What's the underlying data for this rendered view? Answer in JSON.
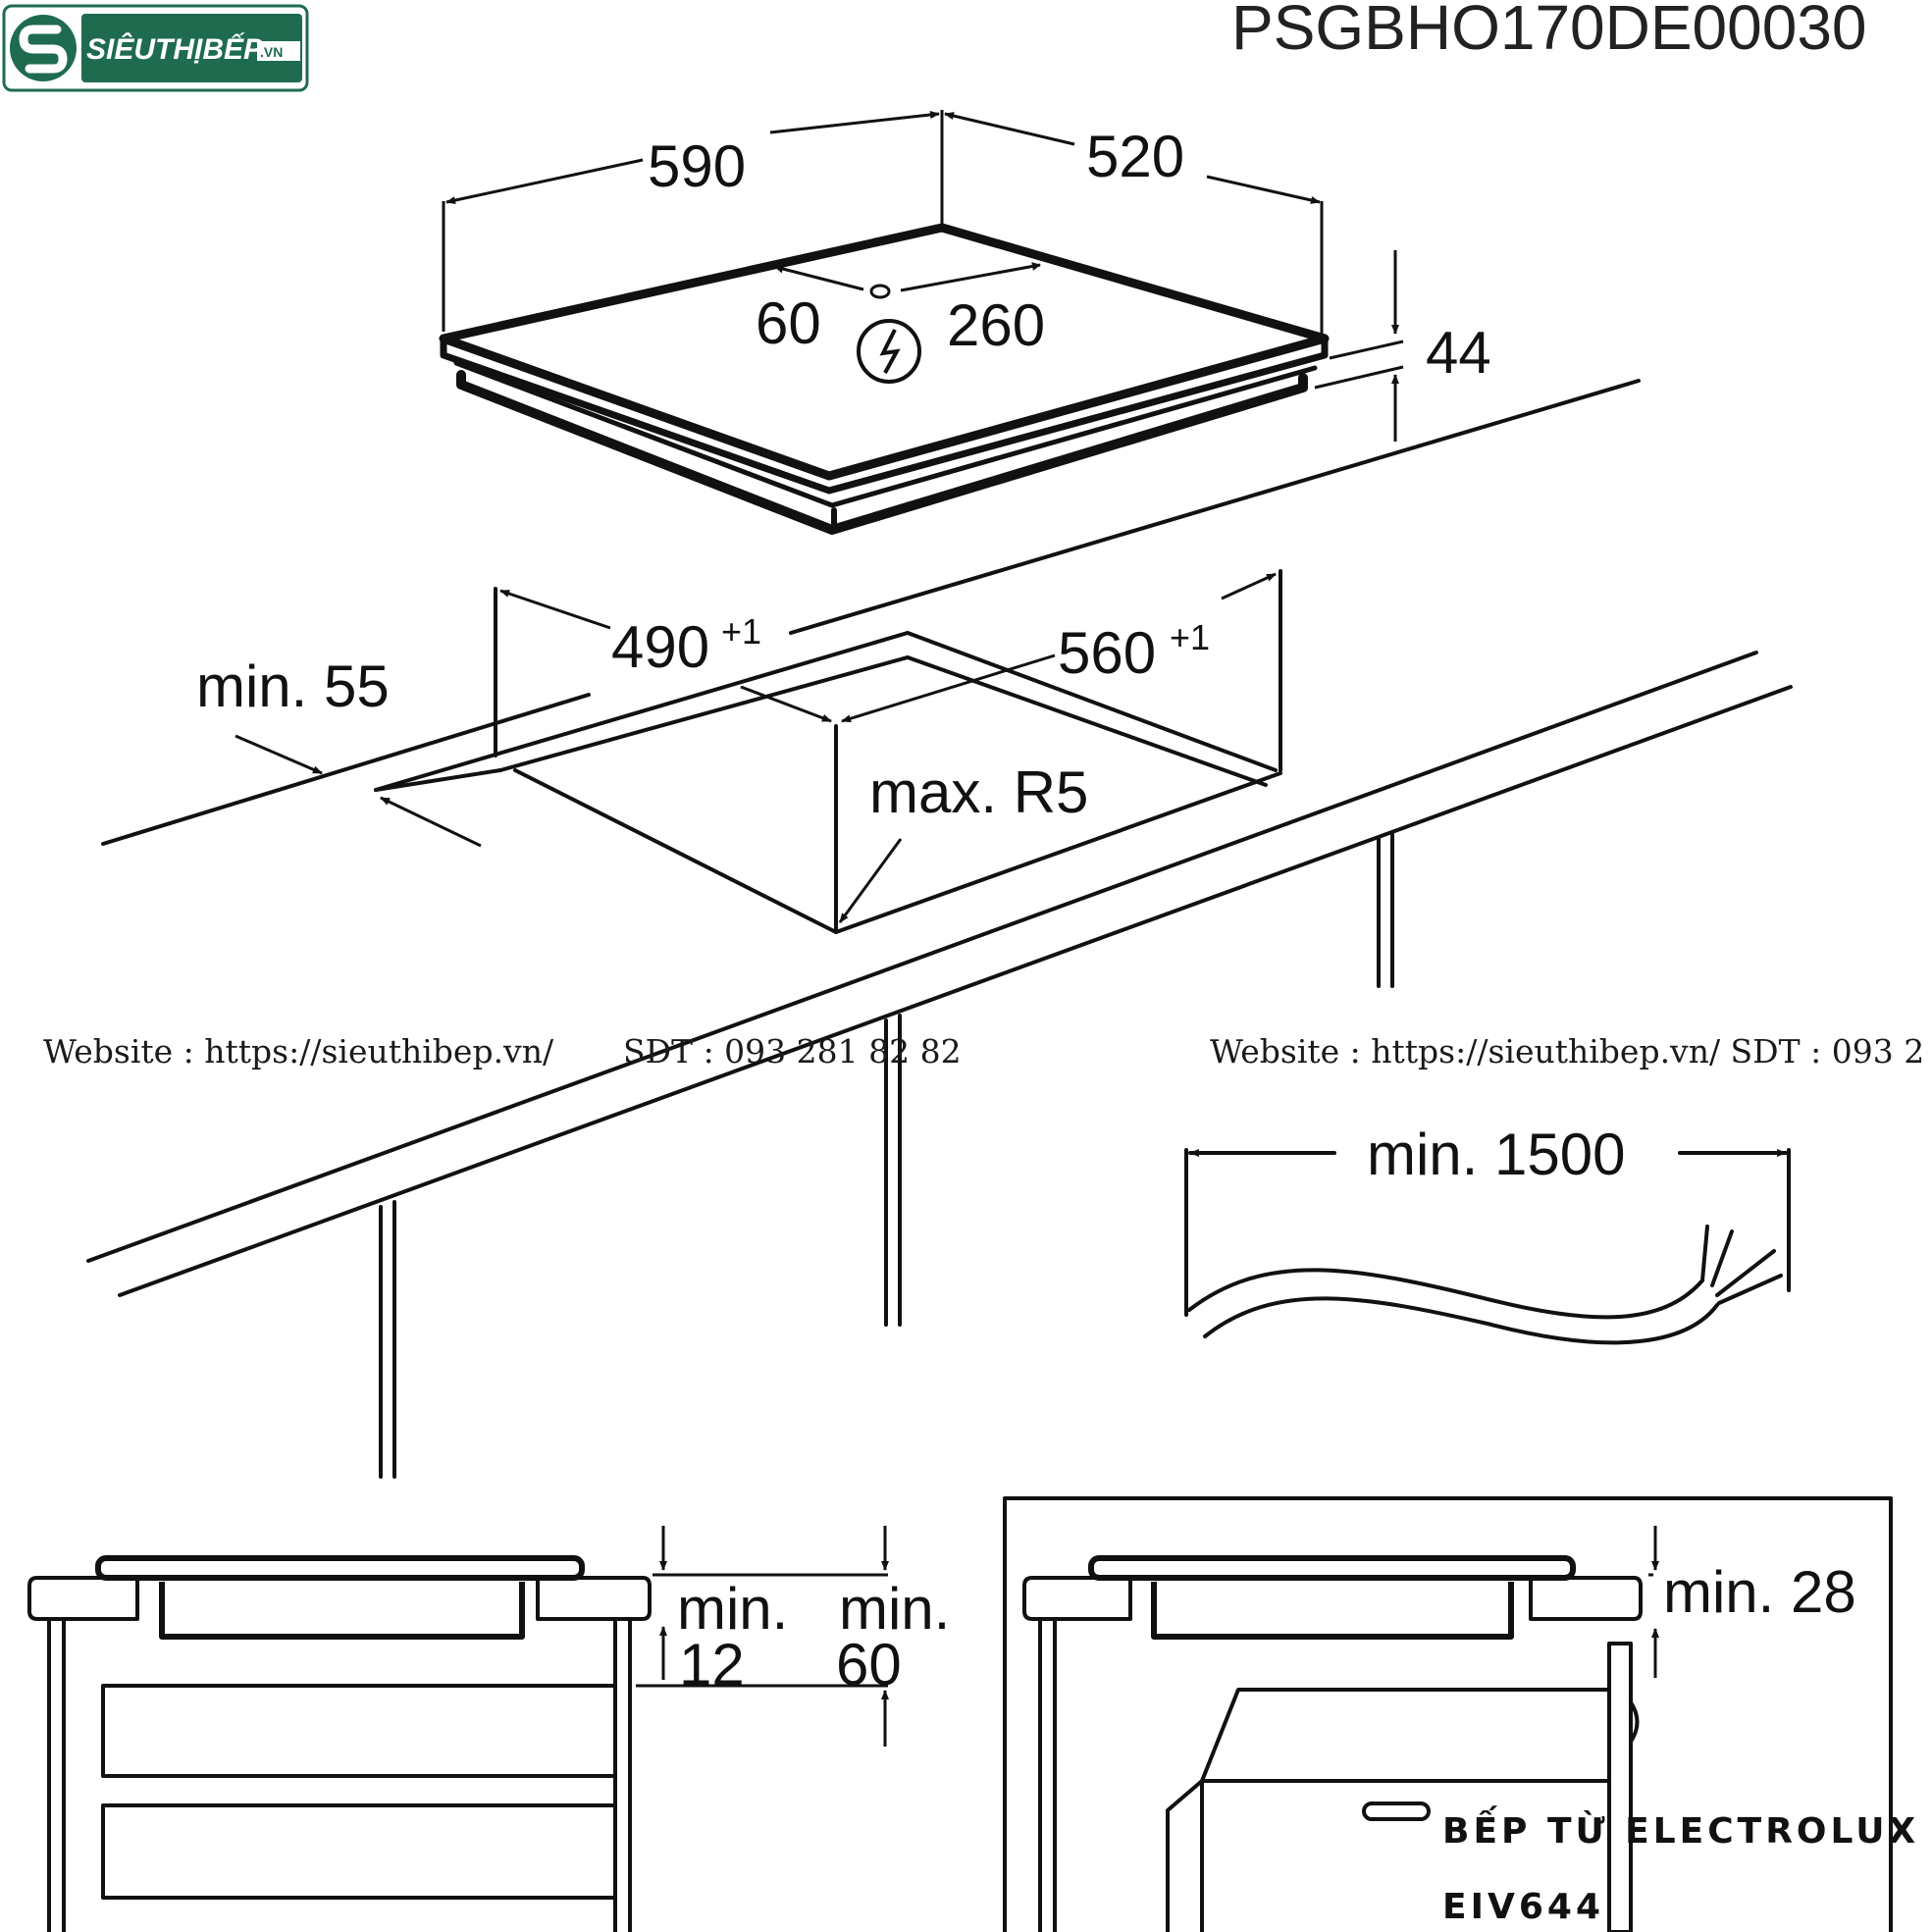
{
  "logo": {
    "brand": "SIÊUTHỊBẾP",
    "suffix": ".VN",
    "accent": "#1f6b4f"
  },
  "header": {
    "document_code": "PSGBHO170DE00030"
  },
  "hob": {
    "width": "590",
    "depth": "520",
    "height": "44",
    "connection_offset_left": "60",
    "connection_offset_right": "260",
    "power_symbol": "electric-connection-icon"
  },
  "cutout": {
    "width": "490",
    "width_tolerance": "+1",
    "depth": "560",
    "depth_tolerance": "+1",
    "front_edge_min": "min. 55",
    "corner_radius": "max. R5"
  },
  "cable": {
    "label": "min. 1500"
  },
  "watermark": {
    "left_website": "Website : https://sieuthibep.vn/",
    "left_phone": "SDT : 093 281 82 82",
    "right_text": "Website : https://sieuthibep.vn/ SDT : 093 2"
  },
  "section_left": {
    "min_label_a": "min.",
    "value_a": "12",
    "min_label_b": "min.",
    "value_b": "60"
  },
  "section_right": {
    "label": "min. 28"
  },
  "product": {
    "line1": "BẾP TỪ ELECTROLUX",
    "line2": "EIV644"
  }
}
